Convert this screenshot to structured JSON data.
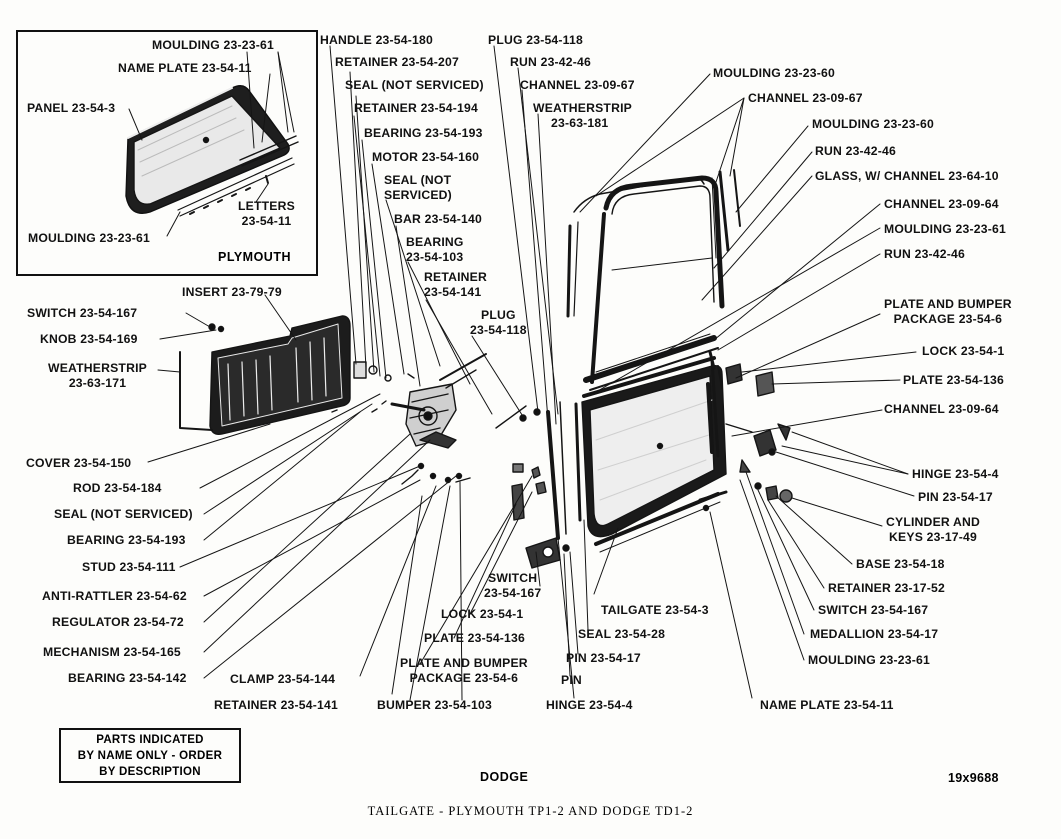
{
  "inset": {
    "caption": "PLYMOUTH",
    "labels": {
      "moulding_top": "MOULDING 23-23-61",
      "name_plate": "NAME PLATE 23-54-11",
      "panel": "PANEL 23-54-3",
      "letters": [
        "LETTERS",
        "23-54-11"
      ],
      "moulding_bottom": "MOULDING 23-23-61"
    }
  },
  "labels": {
    "handle": "HANDLE 23-54-180",
    "retainer_207": "RETAINER 23-54-207",
    "seal_ns_1": "SEAL (NOT SERVICED)",
    "retainer_194": "RETAINER 23-54-194",
    "bearing_193_top": "BEARING 23-54-193",
    "motor": "MOTOR 23-54-160",
    "seal_ns_2": [
      "SEAL (NOT",
      "SERVICED)"
    ],
    "bar": "BAR 23-54-140",
    "bearing_103": [
      "BEARING",
      "23-54-103"
    ],
    "retainer_141_top": [
      "RETAINER",
      "23-54-141"
    ],
    "plug_left": [
      "PLUG",
      "23-54-118"
    ],
    "plug_top": "PLUG 23-54-118",
    "run_top": "RUN 23-42-46",
    "channel_top": "CHANNEL 23-09-67",
    "weatherstrip_top": [
      "WEATHERSTRIP",
      "23-63-181"
    ],
    "moulding_r1": "MOULDING 23-23-60",
    "channel_r1": "CHANNEL 23-09-67",
    "moulding_r2": "MOULDING 23-23-60",
    "run_r1": "RUN 23-42-46",
    "glass": "GLASS, W/ CHANNEL 23-64-10",
    "channel_r2": "CHANNEL 23-09-64",
    "moulding_r3": "MOULDING 23-23-61",
    "run_r2": "RUN 23-42-46",
    "plate_bumper_r": [
      "PLATE AND BUMPER",
      "PACKAGE 23-54-6"
    ],
    "lock_r": "LOCK 23-54-1",
    "plate_r": "PLATE 23-54-136",
    "channel_r3": "CHANNEL 23-09-64",
    "hinge_r": "HINGE 23-54-4",
    "pin_r": "PIN 23-54-17",
    "cylinder": [
      "CYLINDER AND",
      "KEYS 23-17-49"
    ],
    "base": "BASE 23-54-18",
    "retainer_r": "RETAINER 23-17-52",
    "switch_r": "SWITCH 23-54-167",
    "medallion": "MEDALLION 23-54-17",
    "moulding_r4": "MOULDING 23-23-61",
    "name_plate_b": "NAME PLATE 23-54-11",
    "hinge_b": "HINGE 23-54-4",
    "pin_b": "PIN",
    "pin_17_b": "PIN 23-54-17",
    "seal_28": "SEAL 23-54-28",
    "tailgate": "TAILGATE 23-54-3",
    "switch_mid": [
      "SWITCH",
      "23-54-167"
    ],
    "lock_mid": "LOCK 23-54-1",
    "plate_mid": "PLATE 23-54-136",
    "plate_bumper_mid": [
      "PLATE AND BUMPER",
      "PACKAGE 23-54-6"
    ],
    "bumper": "BUMPER 23-54-103",
    "retainer_141_b": "RETAINER 23-54-141",
    "clamp": "CLAMP 23-54-144",
    "switch_l": "SWITCH 23-54-167",
    "knob": "KNOB 23-54-169",
    "insert": "INSERT 23-79-79",
    "weatherstrip_l": [
      "WEATHERSTRIP",
      "23-63-171"
    ],
    "cover": "COVER 23-54-150",
    "rod": "ROD 23-54-184",
    "seal_ns_l": "SEAL (NOT SERVICED)",
    "bearing_193_l": "BEARING 23-54-193",
    "stud": "STUD 23-54-111",
    "anti_rattler": "ANTI-RATTLER 23-54-62",
    "regulator": "REGULATOR 23-54-72",
    "mechanism": "MECHANISM 23-54-165",
    "bearing_142": "BEARING 23-54-142"
  },
  "note": [
    "PARTS INDICATED",
    "BY NAME ONLY - ORDER",
    "BY DESCRIPTION"
  ],
  "brand_caption": "DODGE",
  "figure_number": "19x9688",
  "figure_title": "TAILGATE - PLYMOUTH TP1-2 AND DODGE TD1-2"
}
